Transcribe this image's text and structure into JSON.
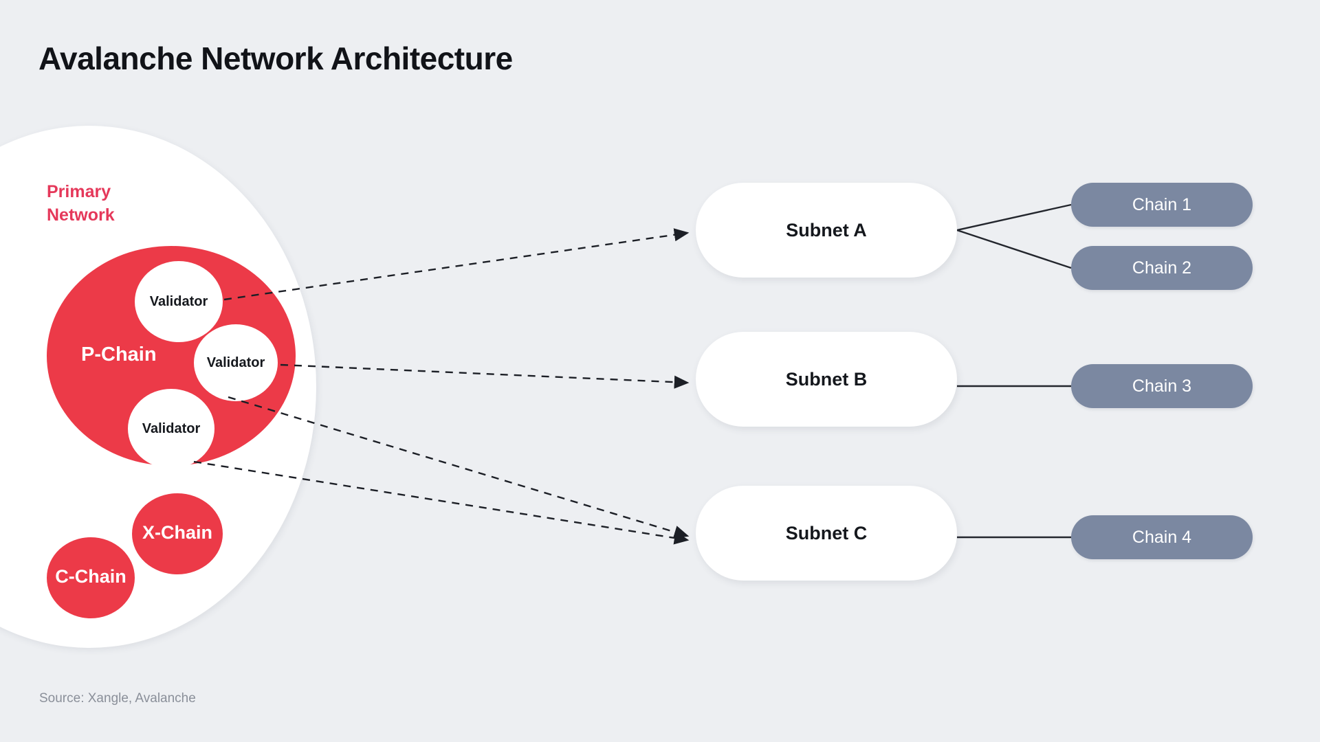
{
  "title": "Avalanche Network Architecture",
  "source": "Source: Xangle, Avalanche",
  "colors": {
    "background": "#EDEFF2",
    "primary_red": "#EC3A48",
    "label_red": "#E5385A",
    "chain_slate": "#7B88A1",
    "container_white": "#FFFFFF",
    "text_dark": "#15181D",
    "source_gray": "#8A8F99"
  },
  "primary_network": {
    "label": "Primary\nNetwork",
    "label_line_1": "Primary",
    "label_line_2": "Network",
    "p_chain": "P-Chain",
    "x_chain": "X-Chain",
    "c_chain": "C-Chain",
    "validators": [
      {
        "label": "Validator"
      },
      {
        "label": "Validator"
      },
      {
        "label": "Validator"
      }
    ]
  },
  "subnets": [
    {
      "id": "a",
      "label": "Subnet A"
    },
    {
      "id": "b",
      "label": "Subnet B"
    },
    {
      "id": "c",
      "label": "Subnet C"
    }
  ],
  "chains": [
    {
      "id": "1",
      "label": "Chain 1",
      "parent": "Subnet A"
    },
    {
      "id": "2",
      "label": "Chain 2",
      "parent": "Subnet A"
    },
    {
      "id": "3",
      "label": "Chain 3",
      "parent": "Subnet B"
    },
    {
      "id": "4",
      "label": "Chain 4",
      "parent": "Subnet C"
    }
  ],
  "connections": {
    "validator_to_subnet": [
      {
        "from": "Validator 1",
        "to": "Subnet A",
        "style": "dashed-arrow"
      },
      {
        "from": "Validator 2",
        "to": "Subnet B",
        "style": "dashed-arrow"
      },
      {
        "from": "Validator 2",
        "to": "Subnet C",
        "style": "dashed-arrow"
      },
      {
        "from": "Validator 3",
        "to": "Subnet C",
        "style": "dashed-arrow"
      }
    ],
    "subnet_to_chain": [
      {
        "from": "Subnet A",
        "to": "Chain 1",
        "style": "solid-line"
      },
      {
        "from": "Subnet A",
        "to": "Chain 2",
        "style": "solid-line"
      },
      {
        "from": "Subnet B",
        "to": "Chain 3",
        "style": "solid-line"
      },
      {
        "from": "Subnet C",
        "to": "Chain 4",
        "style": "solid-line"
      }
    ]
  }
}
